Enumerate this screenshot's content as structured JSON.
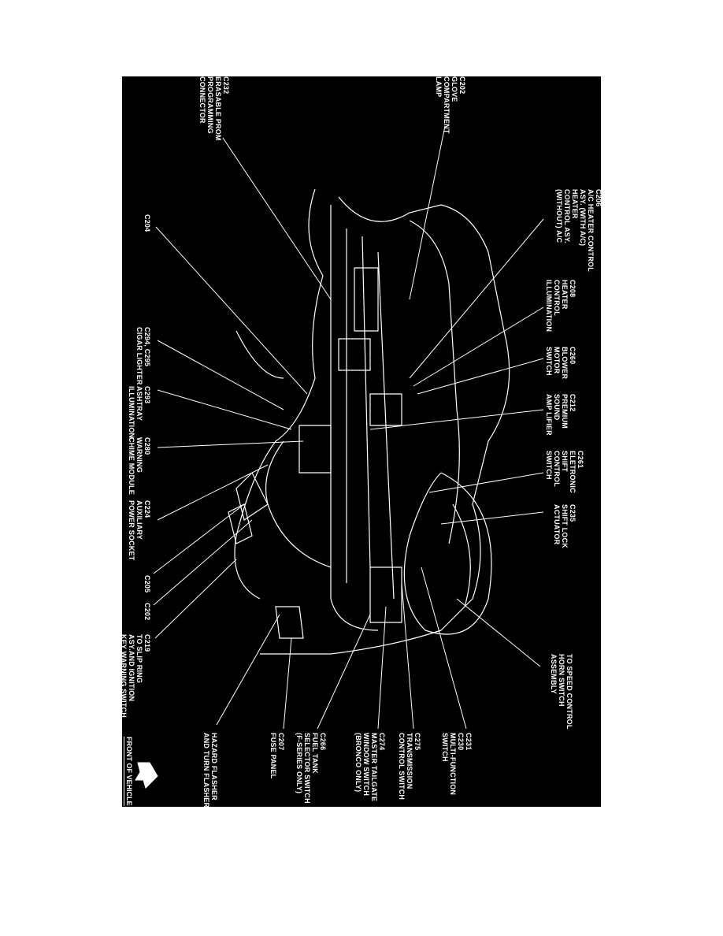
{
  "colors": {
    "background": "#000000",
    "lines": "#ffffff"
  },
  "labels": {
    "c232": [
      "C232",
      "ERASABLE PROM",
      "PROGRAMMING",
      "CONNECTOR"
    ],
    "c202_glove": [
      "C202",
      "GLOVE",
      "COMPARTMENT",
      "LAMP"
    ],
    "c206": [
      "C206",
      "A/C HEATER CONTROL",
      "ASY. (WITH A/C)",
      "HEATER",
      "CONTROL ASY.",
      "(WITHOUT) A/C"
    ],
    "c208": [
      "C208",
      "HEATER",
      "CONTROL",
      "ILLUMINATION"
    ],
    "c260": [
      "C260",
      "BLOWER",
      "MOTOR",
      "SWITCH"
    ],
    "c212": [
      "C212",
      "PREMIUM",
      "SOUND",
      "AMP LIFIER"
    ],
    "c261": [
      "C261",
      "ELETRONIC",
      "SHIFT",
      "CONTROL",
      "SWITCH"
    ],
    "c235": [
      "C235",
      "SHIFT LOCK",
      "ACTUATOR"
    ],
    "speed": [
      "TO SPEED CONTROL",
      "HORN SWITCH",
      "ASSEMBLY"
    ],
    "c231": [
      "C231",
      "C230",
      "MULTI-FUNCTION",
      "SWITCH"
    ],
    "c275": [
      "C275",
      "TRANSMISSION",
      "CONTROL SWITCH"
    ],
    "c274": [
      "C274",
      "MASTER TAILGATE",
      "WINDOW SWITCH",
      "(BRONCO ONLY)"
    ],
    "c266": [
      "C266",
      "FUEL TANK",
      "SELECTOR SWITCH",
      "(F-SERIES ONLY)"
    ],
    "c207": [
      "C207",
      "FUSE PANEL"
    ],
    "hazard": [
      "HAZARD FLASHER",
      "AND TURN FLASHER"
    ],
    "c204": [
      "C204"
    ],
    "c294": [
      "C294, C295",
      "CIGAR LIGHTER"
    ],
    "c293": [
      "C293",
      "ASHTRAY",
      "ILLUMINATION"
    ],
    "c280": [
      "C280",
      "WARNING",
      "CHIME MODULE"
    ],
    "c224": [
      "C224",
      "AUXILIARY",
      "POWER SOCKET"
    ],
    "c205": [
      "C205"
    ],
    "c202": [
      "C202"
    ],
    "c219": [
      "C219",
      "TO SLIP RING",
      "ASY.AND IGNITION",
      "KEY WARNING SWITCH"
    ]
  },
  "front_of_vehicle": "FRONT OF VEHICLE",
  "front_arrow_icon": "arrow-icon"
}
